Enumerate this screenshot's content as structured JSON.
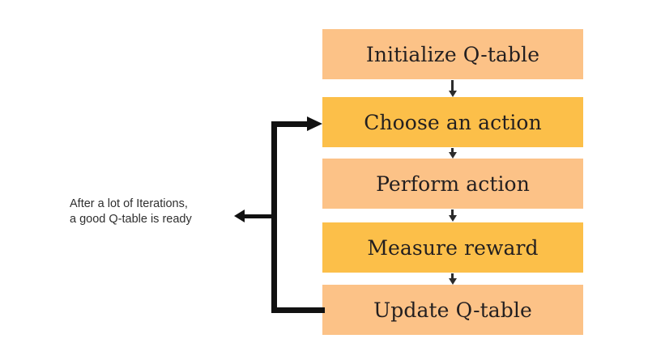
{
  "diagram": {
    "title": "Q-learning loop flowchart",
    "colors": {
      "box_light": "#FCC287",
      "box_dark": "#FCBF49",
      "arrow": "#2B2B2B",
      "loop_arrow": "#111111",
      "text": "#231F20",
      "background": "#FFFFFF"
    },
    "boxes": [
      {
        "id": "initialize-q-table",
        "label": "Initialize Q-table",
        "shade": "light"
      },
      {
        "id": "choose-an-action",
        "label": "Choose an action",
        "shade": "dark"
      },
      {
        "id": "perform-action",
        "label": "Perform action",
        "shade": "light"
      },
      {
        "id": "measure-reward",
        "label": "Measure reward",
        "shade": "dark"
      },
      {
        "id": "update-q-table",
        "label": "Update Q-table",
        "shade": "light"
      }
    ],
    "connectors": [
      {
        "id": "initialize-to-choose",
        "from": "initialize-q-table",
        "to": "choose-an-action",
        "direction": "down"
      },
      {
        "id": "choose-to-perform",
        "from": "choose-an-action",
        "to": "perform-action",
        "direction": "down"
      },
      {
        "id": "perform-to-measure",
        "from": "perform-action",
        "to": "measure-reward",
        "direction": "down"
      },
      {
        "id": "measure-to-update",
        "from": "measure-reward",
        "to": "update-q-table",
        "direction": "down"
      }
    ],
    "feedback_loop": {
      "id": "update-to-choose-loop",
      "from": "update-q-table",
      "to": "choose-an-action",
      "direction": "left-up-right"
    },
    "side_note": {
      "id": "iterations-note",
      "line_1": "After a lot of Iterations,",
      "line_2": "a good Q-table is ready",
      "arrow_direction": "left"
    }
  }
}
